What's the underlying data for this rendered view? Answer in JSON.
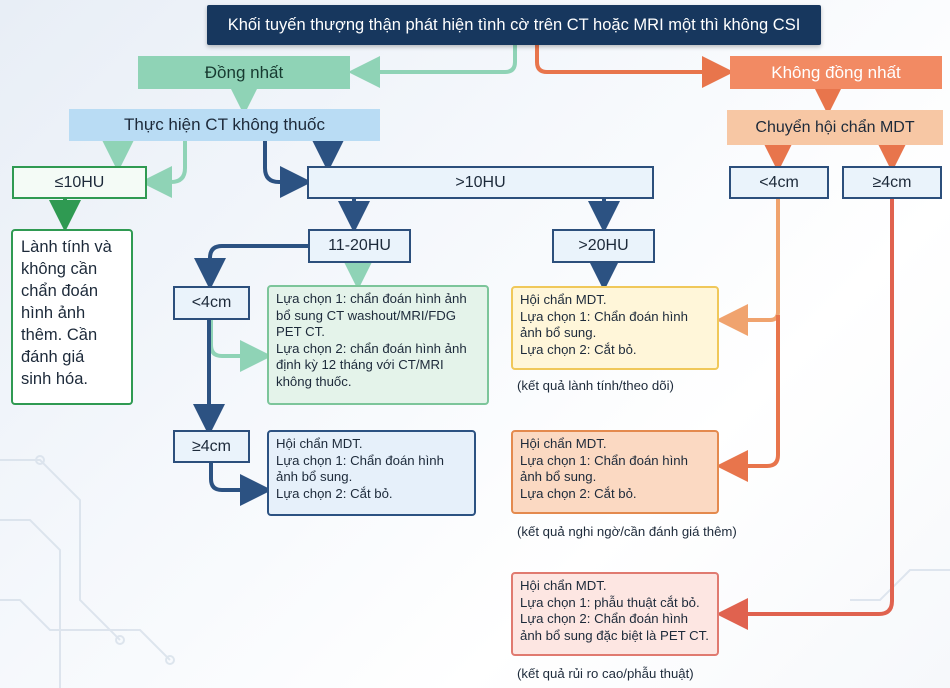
{
  "title": "Khối tuyến thượng thận phát hiện tình cờ trên CT hoặc MRI một thì không CSI",
  "homogeneous": "Đồng nhất",
  "heterogeneous": "Không đồng nhất",
  "noncontrast_ct": "Thực hiện CT không thuốc",
  "mdt_transfer": "Chuyển hội chẩn MDT",
  "le10hu": "≤10HU",
  "gt10hu": ">10HU",
  "lt4cm_right": "<4cm",
  "ge4cm_right": "≥4cm",
  "benign_lines": [
    "Lành tính và",
    "không cần",
    "chẩn đoán",
    "hình ảnh",
    "thêm. Cần",
    "đánh giá",
    "sinh hóa."
  ],
  "hu11_20": "11-20HU",
  "gt20hu": ">20HU",
  "lt4cm_mid": "<4cm",
  "ge4cm_mid": "≥4cm",
  "option_green_lines": [
    "Lựa chọn 1: chẩn đoán hình ảnh",
    "bổ sung CT washout/MRI/FDG",
    "PET CT.",
    "Lựa chọn 2: chẩn đoán hình ảnh",
    "định kỳ 12 tháng với CT/MRI",
    "không thuốc."
  ],
  "option_blue_lines": [
    "Hội chẩn MDT.",
    "Lựa chọn 1: Chẩn đoán hình",
    "ảnh bổ sung.",
    "Lựa chọn 2: Cắt bỏ."
  ],
  "option_yellow_lines": [
    "Hội chẩn MDT.",
    "Lựa chọn 1: Chẩn đoán hình",
    "ảnh bổ sung.",
    "Lựa chọn 2: Cắt bỏ."
  ],
  "option_orange_lines": [
    "Hội chẩn MDT.",
    "Lựa chọn 1: Chẩn đoán hình",
    "ảnh bổ sung.",
    "Lựa chọn 2: Cắt bỏ."
  ],
  "option_pink_lines": [
    "Hội chẩn MDT.",
    "Lựa chọn 1: phẫu thuật cắt bỏ.",
    "Lựa chọn 2: Chẩn đoán hình",
    "ảnh bổ sung đặc biệt là PET CT."
  ],
  "note_benign": "(kết quả lành tính/theo dõi)",
  "note_suspicious": "(kết quả nghi ngờ/cần đánh giá thêm)",
  "note_highrisk": "(kết quả rủi ro cao/phẫu thuật)",
  "colors": {
    "navy": "#17375e",
    "teal": "#8fd3b6",
    "orange": "#f28a63",
    "green": "#2f9a52",
    "blue": "#2c5282"
  }
}
